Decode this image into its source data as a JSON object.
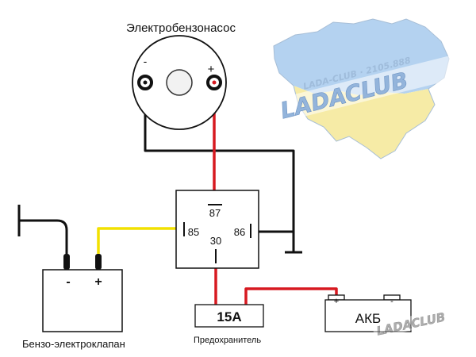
{
  "diagram": {
    "pump_title": "Электробензонасос",
    "pump_minus": "-",
    "pump_plus": "+",
    "relay": {
      "pin_87": "87",
      "pin_85": "85",
      "pin_86": "86",
      "pin_30": "30"
    },
    "valve_minus": "-",
    "valve_plus": "+",
    "valve_label": "Бензо-электроклапан",
    "fuse_value": "15A",
    "fuse_label": "Предохранитель",
    "battery_plus": "+",
    "battery_minus": "-",
    "battery_label": "АКБ"
  },
  "watermarks": {
    "map_top_text": "LADA-CLUB · 2105.888",
    "map_logo": "LADACLUB",
    "corner_logo": "LADACLUB"
  },
  "colors": {
    "wire_positive": "#d71920",
    "wire_signal": "#f2e100",
    "wire_ground": "#111111",
    "watermark_blue": "#8fb8e6",
    "watermark_yellow": "#f3e27a"
  }
}
